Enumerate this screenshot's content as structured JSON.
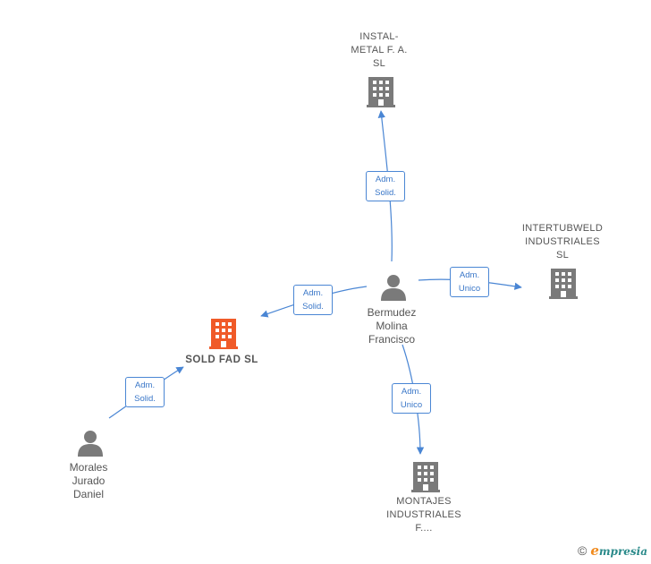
{
  "nodes": {
    "instal_metal": {
      "lines": [
        "INSTAL-",
        "METAL F.  A.",
        "SL"
      ],
      "kind": "company"
    },
    "intertubweld": {
      "lines": [
        "INTERTUBWELD",
        "INDUSTRIALES",
        "SL"
      ],
      "kind": "company"
    },
    "sold_fad": {
      "lines": [
        "SOLD FAD  SL"
      ],
      "kind": "focus"
    },
    "montajes": {
      "lines": [
        "MONTAJES",
        "INDUSTRIALES",
        "F...."
      ],
      "kind": "company"
    },
    "bermudez": {
      "lines": [
        "Bermudez",
        "Molina",
        "Francisco"
      ],
      "kind": "person"
    },
    "morales": {
      "lines": [
        "Morales",
        "Jurado",
        "Daniel"
      ],
      "kind": "person"
    }
  },
  "edges": {
    "e1": {
      "lines": [
        "Adm.",
        "Solid."
      ]
    },
    "e2": {
      "lines": [
        "Adm.",
        "Unico"
      ]
    },
    "e3": {
      "lines": [
        "Adm.",
        "Solid."
      ]
    },
    "e4": {
      "lines": [
        "Adm.",
        "Unico"
      ]
    },
    "e5": {
      "lines": [
        "Adm.",
        "Solid."
      ]
    }
  },
  "colors": {
    "edge": "#4a86d4",
    "company_icon": "#7a7a7a",
    "focus_icon": "#f05a28",
    "person_icon": "#7a7a7a"
  },
  "icons": {
    "company": "building-icon",
    "person": "person-icon"
  },
  "footer": {
    "copyright": "©",
    "brand_first": "e",
    "brand_rest": "mpresia"
  }
}
